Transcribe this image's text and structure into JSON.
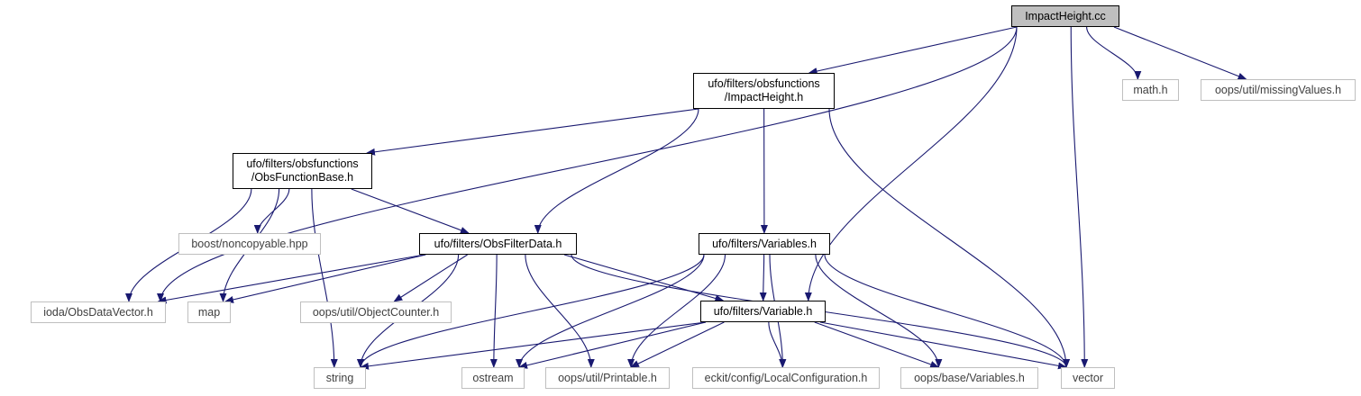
{
  "graph": {
    "nodes": [
      {
        "id": "root",
        "label": "ImpactHeight.cc",
        "kind": "root"
      },
      {
        "id": "impactheight_h",
        "label": "ufo/filters/obsfunctions\n/ImpactHeight.h",
        "kind": "main"
      },
      {
        "id": "math",
        "label": "math.h",
        "kind": "ext"
      },
      {
        "id": "missing",
        "label": "oops/util/missingValues.h",
        "kind": "ext"
      },
      {
        "id": "obsfuncbase",
        "label": "ufo/filters/obsfunctions\n/ObsFunctionBase.h",
        "kind": "main"
      },
      {
        "id": "noncopyable",
        "label": "boost/noncopyable.hpp",
        "kind": "ext"
      },
      {
        "id": "obsfilterdata",
        "label": "ufo/filters/ObsFilterData.h",
        "kind": "main"
      },
      {
        "id": "variables_h",
        "label": "ufo/filters/Variables.h",
        "kind": "main"
      },
      {
        "id": "obsdatavector",
        "label": "ioda/ObsDataVector.h",
        "kind": "ext"
      },
      {
        "id": "map",
        "label": "map",
        "kind": "ext"
      },
      {
        "id": "objectcounter",
        "label": "oops/util/ObjectCounter.h",
        "kind": "ext"
      },
      {
        "id": "variable_h",
        "label": "ufo/filters/Variable.h",
        "kind": "main"
      },
      {
        "id": "string",
        "label": "string",
        "kind": "ext"
      },
      {
        "id": "ostream",
        "label": "ostream",
        "kind": "ext"
      },
      {
        "id": "printable",
        "label": "oops/util/Printable.h",
        "kind": "ext"
      },
      {
        "id": "localconfig",
        "label": "eckit/config/LocalConfiguration.h",
        "kind": "ext"
      },
      {
        "id": "basevariables",
        "label": "oops/base/Variables.h",
        "kind": "ext"
      },
      {
        "id": "vector",
        "label": "vector",
        "kind": "ext"
      }
    ],
    "edges": [
      [
        "root",
        "impactheight_h"
      ],
      [
        "root",
        "math"
      ],
      [
        "root",
        "missing"
      ],
      [
        "root",
        "obsdatavector"
      ],
      [
        "root",
        "variable_h"
      ],
      [
        "root",
        "vector"
      ],
      [
        "impactheight_h",
        "obsfuncbase"
      ],
      [
        "impactheight_h",
        "obsfilterdata"
      ],
      [
        "impactheight_h",
        "variables_h"
      ],
      [
        "impactheight_h",
        "vector"
      ],
      [
        "obsfuncbase",
        "noncopyable"
      ],
      [
        "obsfuncbase",
        "obsfilterdata"
      ],
      [
        "obsfuncbase",
        "obsdatavector"
      ],
      [
        "obsfuncbase",
        "map"
      ],
      [
        "obsfuncbase",
        "string"
      ],
      [
        "obsfilterdata",
        "obsdatavector"
      ],
      [
        "obsfilterdata",
        "map"
      ],
      [
        "obsfilterdata",
        "objectcounter"
      ],
      [
        "obsfilterdata",
        "variable_h"
      ],
      [
        "obsfilterdata",
        "string"
      ],
      [
        "obsfilterdata",
        "ostream"
      ],
      [
        "obsfilterdata",
        "printable"
      ],
      [
        "obsfilterdata",
        "vector"
      ],
      [
        "variables_h",
        "variable_h"
      ],
      [
        "variables_h",
        "string"
      ],
      [
        "variables_h",
        "ostream"
      ],
      [
        "variables_h",
        "printable"
      ],
      [
        "variables_h",
        "localconfig"
      ],
      [
        "variables_h",
        "basevariables"
      ],
      [
        "variables_h",
        "vector"
      ],
      [
        "variable_h",
        "string"
      ],
      [
        "variable_h",
        "ostream"
      ],
      [
        "variable_h",
        "printable"
      ],
      [
        "variable_h",
        "localconfig"
      ],
      [
        "variable_h",
        "basevariables"
      ],
      [
        "variable_h",
        "vector"
      ]
    ],
    "colors": {
      "edge": "#191970",
      "main_border": "#000000",
      "ext_border": "#bfbfbf",
      "root_fill": "#bfbfbf",
      "node_fill": "#ffffff"
    }
  }
}
